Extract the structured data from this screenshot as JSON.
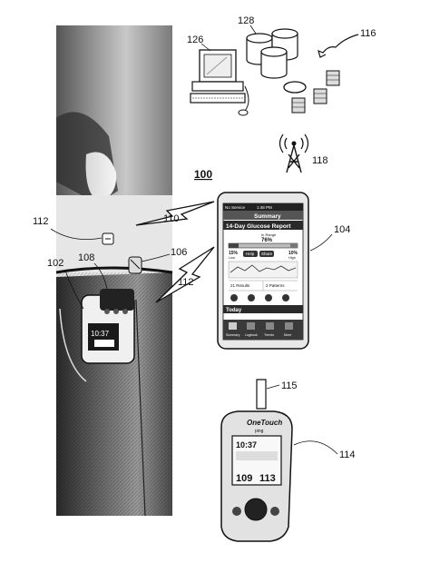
{
  "figure": {
    "label": "100",
    "refs": {
      "computer": "126",
      "databases": "128",
      "network": "116",
      "tower": "118",
      "smartphone": "104",
      "link_110": "110",
      "link_112_top": "112",
      "link_112_bottom": "112",
      "sensor": "106",
      "pump": "102",
      "pump_clip": "108",
      "strip": "115",
      "meter": "114"
    }
  },
  "phone": {
    "status_left": "No Service",
    "status_time": "1:48 PM",
    "nav_title": "Summary",
    "report_title": "14-Day Glucose Report",
    "in_range_label": "In Range",
    "in_range_value": "76%",
    "low_value": "15%",
    "low_label": "Low",
    "high_value": "10%",
    "high_label": "High",
    "tab_help": "Help",
    "tab_share": "Share",
    "results_count": "21 Results",
    "patterns_count": "2 Patterns",
    "bottom_section": "Today",
    "tabbar": [
      "Summary",
      "Logbook",
      "Trends",
      "More"
    ]
  },
  "meter": {
    "brand": "OneTouch",
    "model": "ping",
    "time": "10:37",
    "reading_left": "109",
    "reading_right": "113"
  },
  "pump": {
    "time": "10:37"
  }
}
